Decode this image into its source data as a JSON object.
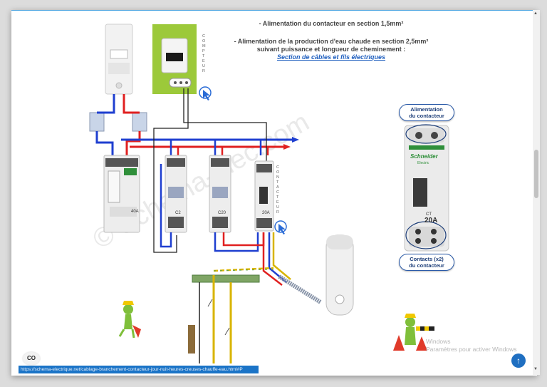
{
  "diagram": {
    "notes": {
      "line1": "- Alimentation du contacteur en section 1,5mm²",
      "line2": "- Alimentation de la production d'eau chaude en section 2,5mm²",
      "line3": "suivant puissance et longueur de cheminement :",
      "link": "Section de câbles et fils électriques"
    },
    "meter_label": "COMPTEUR",
    "contactor_label": "CONTACTEUR",
    "breaker_labels": {
      "main": "40A",
      "c2": "C2",
      "c20": "C20",
      "contactor_rating": "20A"
    },
    "detail": {
      "top_callout": "Alimentation\ndu contacteur",
      "bottom_callout": "Contacts (x2)\ndu contacteur",
      "brand": "Schneider",
      "brand_sub": "Electric",
      "rating": "20A",
      "model": "CT"
    },
    "watermark": "© Schema-elec.com"
  },
  "status_bar": {
    "url": "https://schema-electrique.net/cablage-branchement-contacteur-jour-nuit-heures-creuses-chauffe-eau.html#P"
  },
  "controls": {
    "captions": "CO",
    "scroll_top": "↑"
  },
  "windows_activation": {
    "line1": "Windows",
    "line2": "Paramètres pour activer Windows"
  },
  "colors": {
    "phase": "#e02020",
    "neutral": "#1f3fd0",
    "earth": "#d8b400",
    "meter_green": "#9cc93a",
    "link_blue": "#1f5fbf"
  }
}
